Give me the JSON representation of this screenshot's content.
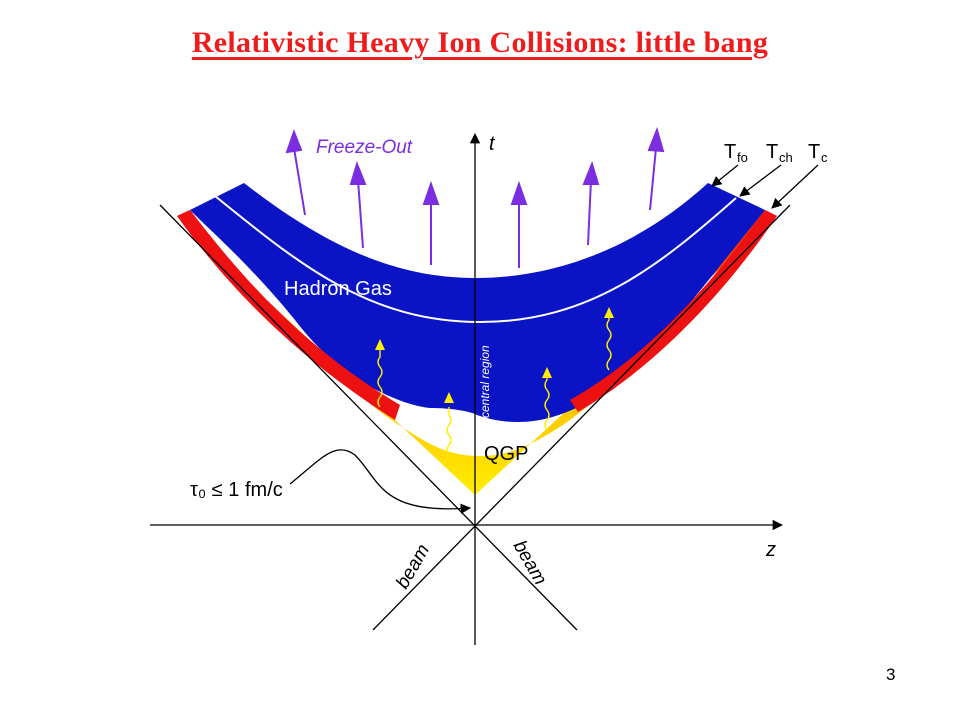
{
  "slide": {
    "title": "Relativistic Heavy Ion Collisions: little bang",
    "page_number": "3"
  },
  "diagram": {
    "axis_t": "t",
    "axis_z": "z",
    "freeze_out": "Freeze-Out",
    "hadron_gas": "Hadron Gas",
    "central_region": "central region",
    "qgp": "QGP",
    "tau0_label": "τ₀ ≤ 1 fm/c",
    "beam_left": "beam",
    "beam_right": "beam",
    "T_fo": "Tfo",
    "T_ch": "Tch",
    "T_c": "Tc",
    "colors": {
      "hadron_gas": "#0a14c4",
      "mixed_phase": "#ee1111",
      "qgp_hot": "#ffee00",
      "freeze_out_arrows": "#7a2ee0",
      "photon_arrows": "#ffee00",
      "title": "#ee1c1c"
    }
  }
}
